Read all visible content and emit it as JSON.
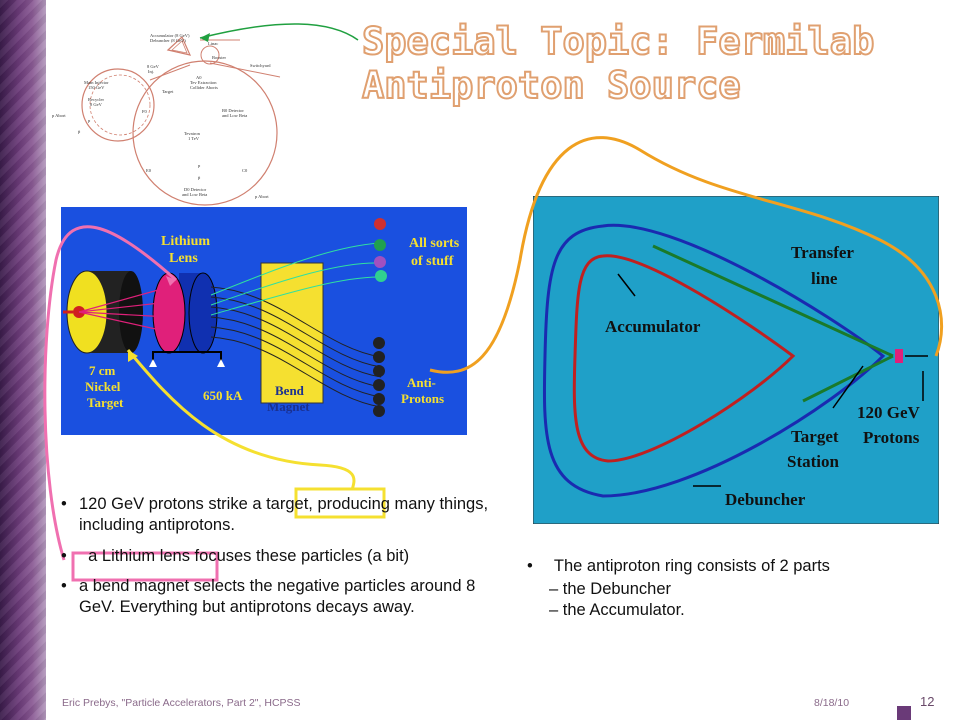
{
  "title": {
    "line1": "Special Topic: Fermilab",
    "line2": "Antiproton Source"
  },
  "complex_map": {
    "labels": [
      "Accumulator (8 GeV)",
      "Debuncher (8 GeV)",
      "Linac",
      "Booster",
      "Switchyard",
      "8 GeV",
      "Inj.",
      "A0",
      "Tev Extraction",
      "Collider Aborts",
      "Target",
      "Main Injector",
      "150 GeV",
      "Recycler",
      "8 GeV",
      "p Abort",
      "p",
      "p̄",
      "F0",
      "B0 Detector",
      "and Low Beta",
      "Tevatron",
      "1 TeV",
      "E0",
      "C0",
      "p",
      "p̄",
      "D0 Detector",
      "and Low Beta",
      "p Abort"
    ]
  },
  "target_diagram": {
    "lithium_lens": "Lithium",
    "lithium_lens_2": "Lens",
    "all_sorts": "All sorts",
    "all_sorts_2": "of stuff",
    "nickel_1": "7 cm",
    "nickel_2": "Nickel",
    "nickel_3": "Target",
    "current": "650 kA",
    "bend_1": "Bend",
    "bend_2": "Magnet",
    "anti_1": "Anti-",
    "anti_2": "Protons"
  },
  "ring_diagram": {
    "transfer_1": "Transfer",
    "transfer_2": "line",
    "accumulator": "Accumulator",
    "protons_1": "120 GeV",
    "protons_2": "Protons",
    "target_1": "Target",
    "target_2": "Station",
    "debuncher": "Debuncher"
  },
  "bullets_left": [
    {
      "text": "120 GeV protons strike a target, producing many things, including antiprotons."
    },
    {
      "text": "  a Lithium lens focuses these particles (a bit)"
    },
    {
      "text": " a bend magnet selects the negative particles around 8 GeV.  Everything but antiprotons decays away."
    }
  ],
  "bullets_right": {
    "main": "  The antiproton ring consists of 2 parts",
    "sub1": "– the Debuncher",
    "sub2": "– the Accumulator."
  },
  "footer": {
    "author": "Eric Prebys, \"Particle Accelerators, Part 2\", HCPSS",
    "date": "8/18/10",
    "page": "12"
  },
  "colors": {
    "accent": "#6a3a78",
    "title_outline": "#e0a070",
    "diagram_blue": "#1a50e0",
    "ring_bg": "#1fa0c8"
  }
}
